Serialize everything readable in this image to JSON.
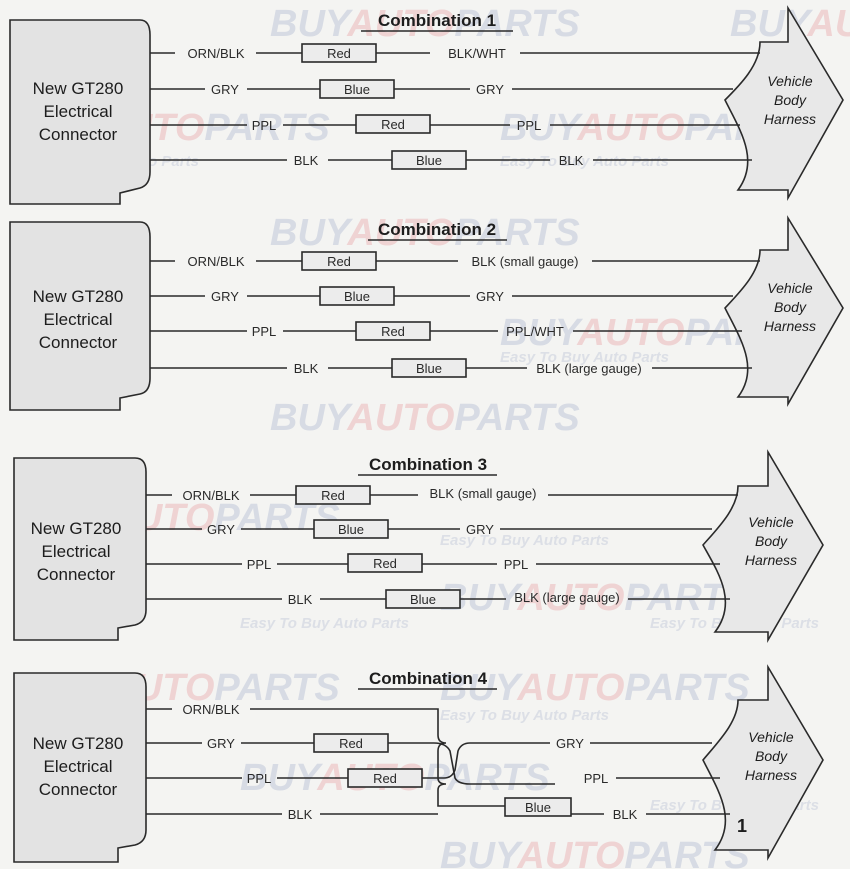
{
  "watermark": {
    "brand_a": "BUY",
    "brand_b": "AUTO",
    "brand_c": "PARTS",
    "tagline": "Easy To Buy Auto Parts"
  },
  "connector_label": [
    "New GT280",
    "Electrical",
    "Connector"
  ],
  "harness_label": [
    "Vehicle",
    "Body",
    "Harness"
  ],
  "figure_number": "1",
  "combinations": [
    {
      "title": "Combination 1",
      "wires": [
        {
          "left": "ORN/BLK",
          "box": "Red",
          "right": "BLK/WHT"
        },
        {
          "left": "GRY",
          "box": "Blue",
          "right": "GRY"
        },
        {
          "left": "PPL",
          "box": "Red",
          "right": "PPL"
        },
        {
          "left": "BLK",
          "box": "Blue",
          "right": "BLK"
        }
      ]
    },
    {
      "title": "Combination 2",
      "wires": [
        {
          "left": "ORN/BLK",
          "box": "Red",
          "right": "BLK (small gauge)"
        },
        {
          "left": "GRY",
          "box": "Blue",
          "right": "GRY"
        },
        {
          "left": "PPL",
          "box": "Red",
          "right": "PPL/WHT"
        },
        {
          "left": "BLK",
          "box": "Blue",
          "right": "BLK (large gauge)"
        }
      ]
    },
    {
      "title": "Combination 3",
      "wires": [
        {
          "left": "ORN/BLK",
          "box": "Red",
          "right": "BLK (small gauge)"
        },
        {
          "left": "GRY",
          "box": "Blue",
          "right": "GRY"
        },
        {
          "left": "PPL",
          "box": "Red",
          "right": "PPL"
        },
        {
          "left": "BLK",
          "box": "Blue",
          "right": "BLK (large gauge)"
        }
      ]
    },
    {
      "title": "Combination 4",
      "wires": [
        {
          "left": "ORN/BLK",
          "box": "",
          "right": ""
        },
        {
          "left": "GRY",
          "box": "Red",
          "right": "GRY"
        },
        {
          "left": "PPL",
          "box": "Red",
          "right": "PPL"
        },
        {
          "left": "BLK",
          "box": "Blue",
          "right": "BLK"
        }
      ]
    }
  ]
}
